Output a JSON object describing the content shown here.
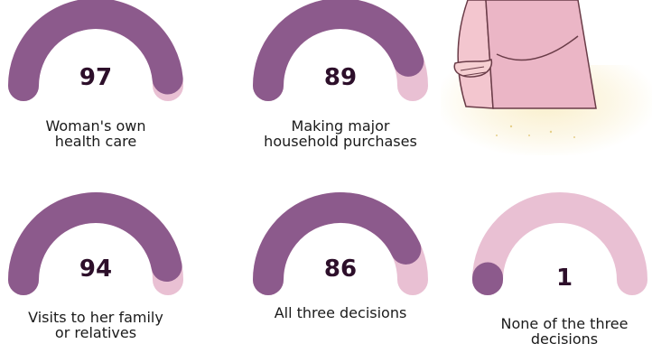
{
  "colors": {
    "filled": "#8c5a8c",
    "track": "#e9c0d3"
  },
  "chart_data": {
    "type": "gauge",
    "max": 100,
    "items": [
      {
        "value": 97,
        "label": "Woman's own\nhealth care"
      },
      {
        "value": 89,
        "label": "Making major\nhousehold purchases"
      },
      {
        "value": 94,
        "label": "Visits to her family\nor relatives"
      },
      {
        "value": 86,
        "label": "All three decisions"
      },
      {
        "value": 1,
        "label": "None of the three\ndecisions"
      }
    ]
  }
}
